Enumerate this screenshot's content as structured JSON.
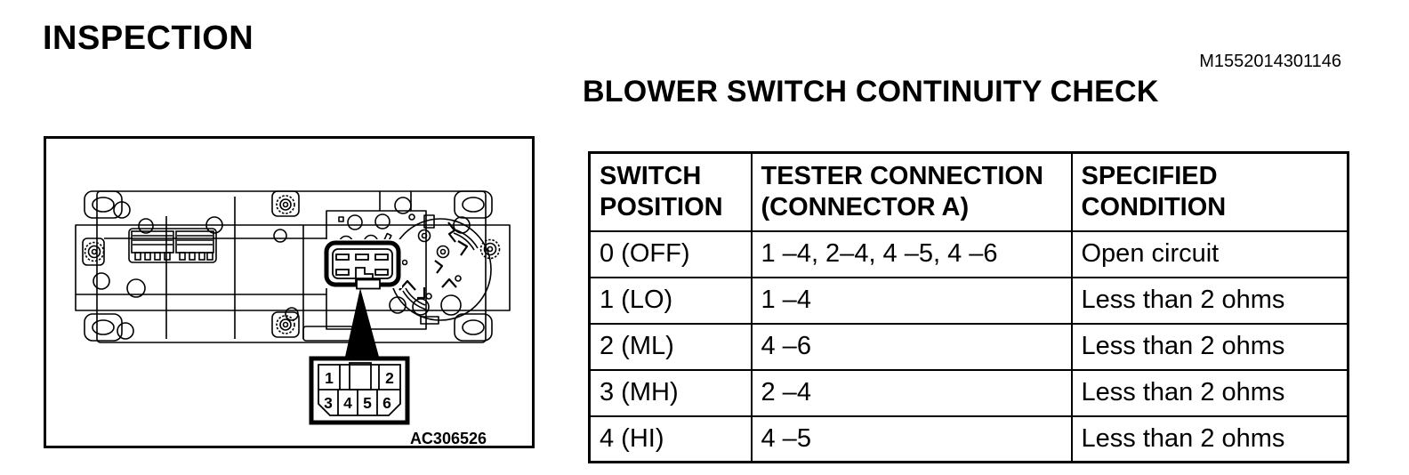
{
  "page": {
    "heading": "INSPECTION",
    "doc_code": "M1552014301146",
    "section_title": "BLOWER SWITCH CONTINUITY CHECK"
  },
  "figure": {
    "description": "Rear view of heater control panel with blower switch connector A and pin layout detail",
    "code_label": "AC306526",
    "connector_pins": [
      "1",
      "2",
      "3",
      "4",
      "5",
      "6"
    ]
  },
  "table": {
    "headers": {
      "col1": "SWITCH\nPOSITION",
      "col2": "TESTER CONNECTION\n(CONNECTOR A)",
      "col3": "SPECIFIED\nCONDITION"
    },
    "rows": [
      {
        "position": "0 (OFF)",
        "tester_connection": "1 –4, 2–4, 4 –5, 4 –6",
        "specified_condition": "Open circuit"
      },
      {
        "position": "1 (LO)",
        "tester_connection": "1 –4",
        "specified_condition": "Less than 2 ohms"
      },
      {
        "position": "2 (ML)",
        "tester_connection": "4 –6",
        "specified_condition": "Less than 2 ohms"
      },
      {
        "position": "3 (MH)",
        "tester_connection": "2 –4",
        "specified_condition": "Less than 2 ohms"
      },
      {
        "position": "4 (HI)",
        "tester_connection": "4 –5",
        "specified_condition": "Less than 2 ohms"
      }
    ]
  }
}
